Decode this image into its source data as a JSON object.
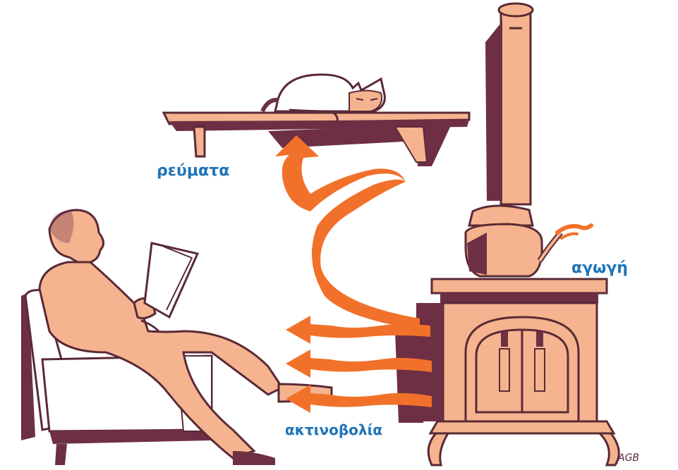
{
  "labels": {
    "convection": "ρεύματα",
    "conduction": "αγωγή",
    "radiation": "ακτινοβολία"
  },
  "signature": "AGB",
  "colors": {
    "label_blue": "#1f74b8",
    "skin": "#f5b48f",
    "shade": "#6e2f45",
    "arrow": "#f2712a",
    "outline": "#5a2a36",
    "chair": "#ffffff"
  }
}
